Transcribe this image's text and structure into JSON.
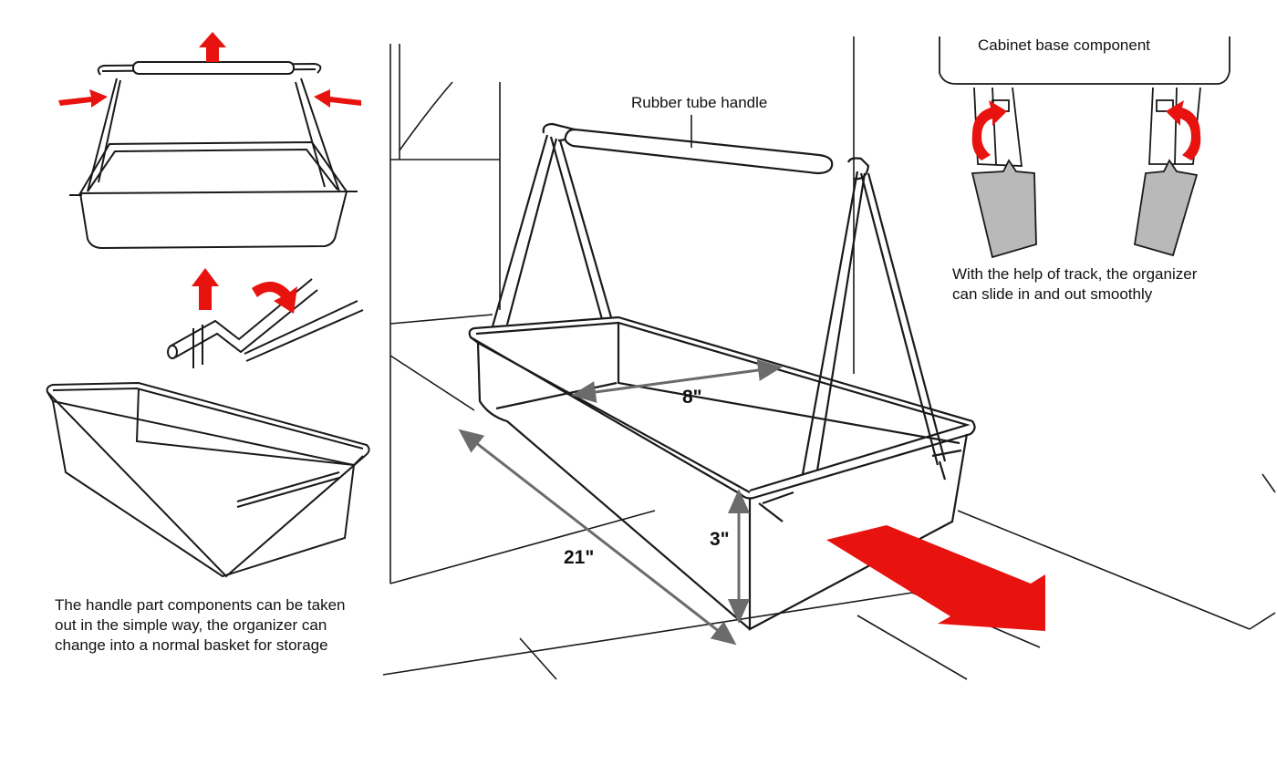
{
  "labels": {
    "cabinet_base": "Cabinet base component",
    "rubber_tube_handle": "Rubber tube handle",
    "track_caption_line1": "With the help of track, the organizer",
    "track_caption_line2": "can slide in and out smoothly",
    "handle_caption_line1": "The handle part components can be taken",
    "handle_caption_line2": "out in the simple way, the organizer can",
    "handle_caption_line3": "change into a normal basket for storage"
  },
  "dimensions": {
    "width": "8\"",
    "length": "21\"",
    "height": "3\""
  },
  "colors": {
    "arrow_red": "#e8120f",
    "line": "#1a1a1a",
    "dimension_gray": "#6b6b6b",
    "track_gray": "#b9b9b9"
  }
}
